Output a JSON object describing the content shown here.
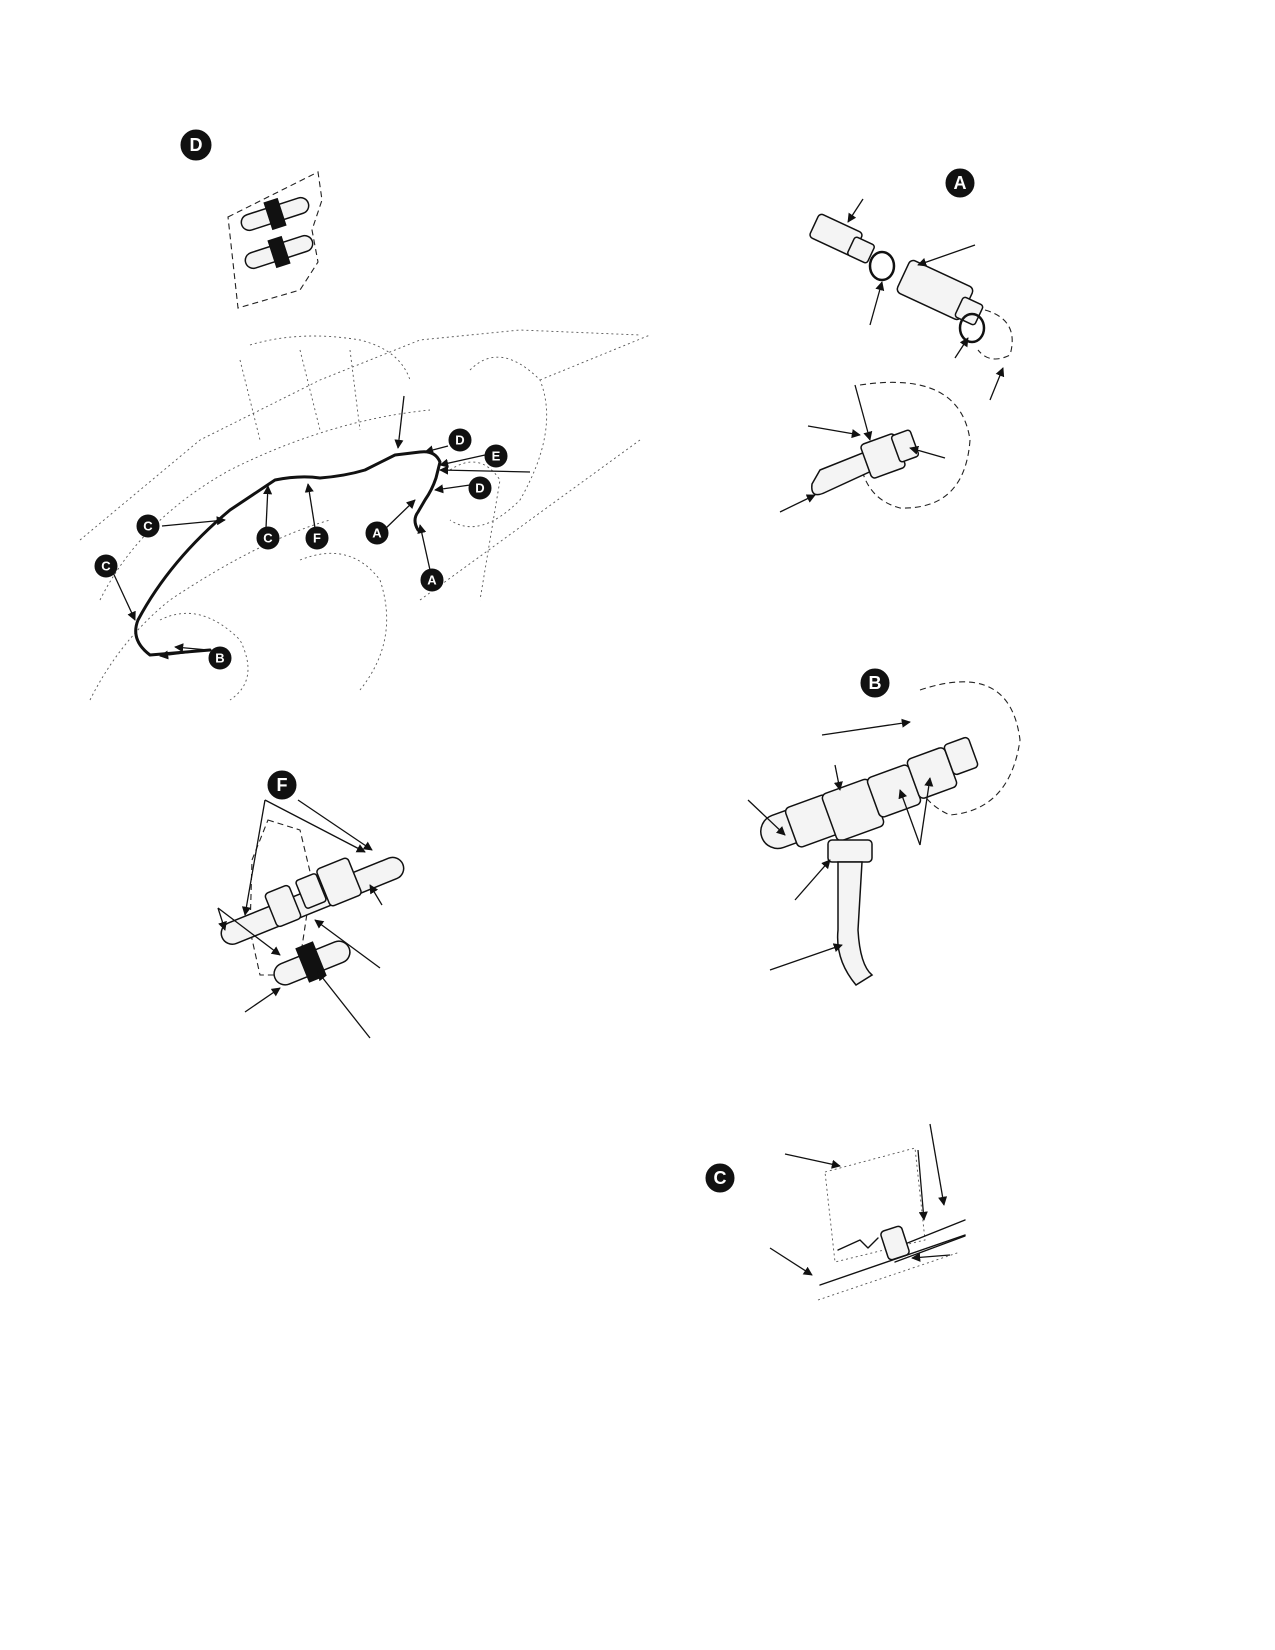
{
  "callouts": {
    "detail_d_title": "D",
    "detail_a_title": "A",
    "detail_b_title": "B",
    "detail_f_title": "F",
    "detail_c_title": "C",
    "main_d1": "D",
    "main_e": "E",
    "main_d2": "D",
    "main_a1": "A",
    "main_a2": "A",
    "main_c1": "C",
    "main_c2": "C",
    "main_c3": "C",
    "main_f": "F",
    "main_b": "B"
  },
  "colors": {
    "ink": "#111111",
    "paper": "#ffffff"
  }
}
